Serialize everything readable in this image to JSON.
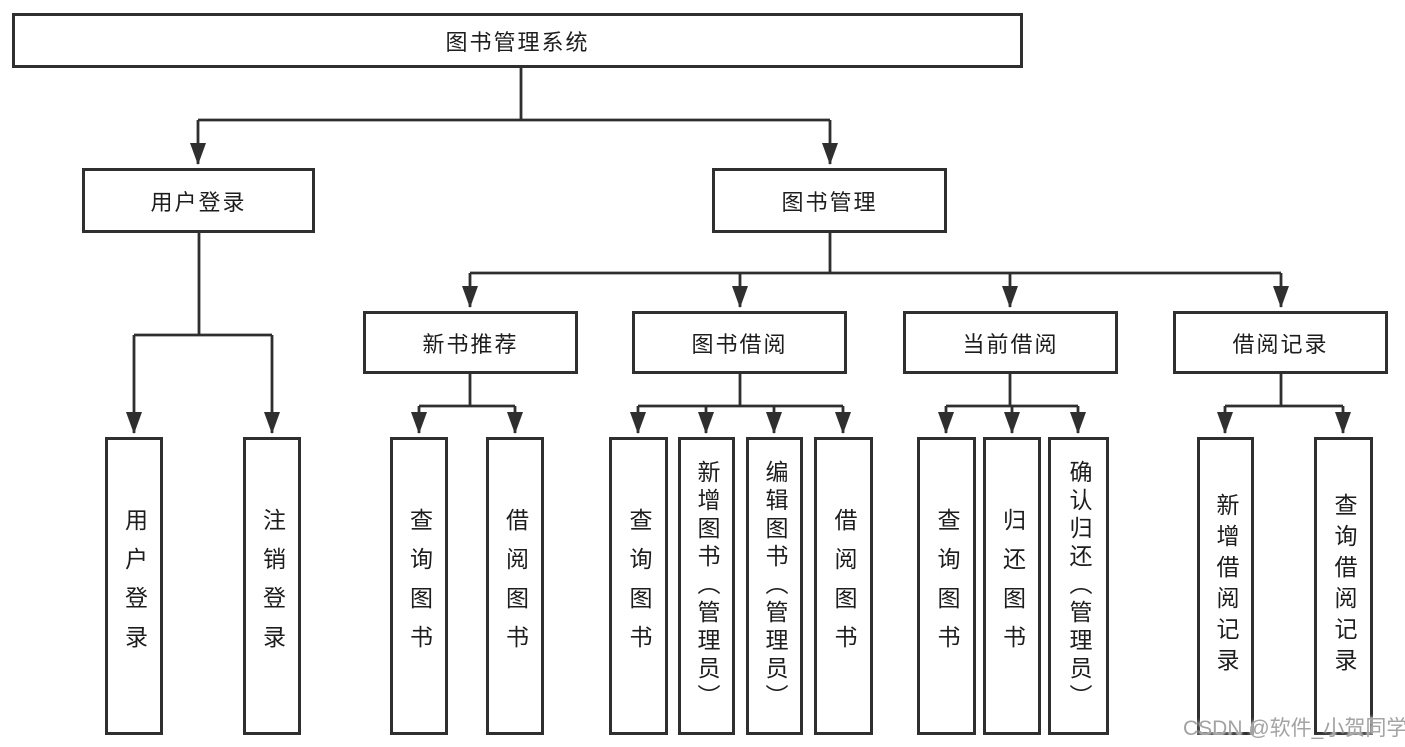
{
  "root": {
    "label": "图书管理系统"
  },
  "branches": [
    {
      "label": "用户登录",
      "children": [
        {
          "label": "用户登录"
        },
        {
          "label": "注销登录"
        }
      ]
    },
    {
      "label": "图书管理",
      "groups": [
        {
          "label": "新书推荐",
          "children": [
            {
              "label": "查询图书"
            },
            {
              "label": "借阅图书"
            }
          ]
        },
        {
          "label": "图书借阅",
          "children": [
            {
              "label": "查询图书"
            },
            {
              "label": "新增图书（管理员）"
            },
            {
              "label": "编辑图书（管理员）"
            },
            {
              "label": "借阅图书"
            }
          ]
        },
        {
          "label": "当前借阅",
          "children": [
            {
              "label": "查询图书"
            },
            {
              "label": "归还图书"
            },
            {
              "label": "确认归还（管理员）"
            }
          ]
        },
        {
          "label": "借阅记录",
          "children": [
            {
              "label": "新增借阅记录"
            },
            {
              "label": "查询借阅记录"
            }
          ]
        }
      ]
    }
  ],
  "watermark": "CSDN @软件_小贺同学",
  "colors": {
    "line": "#2f2f2f",
    "text": "#1d1d1d",
    "watermark_text": "#a3a3a3",
    "background": "#ffffff"
  }
}
